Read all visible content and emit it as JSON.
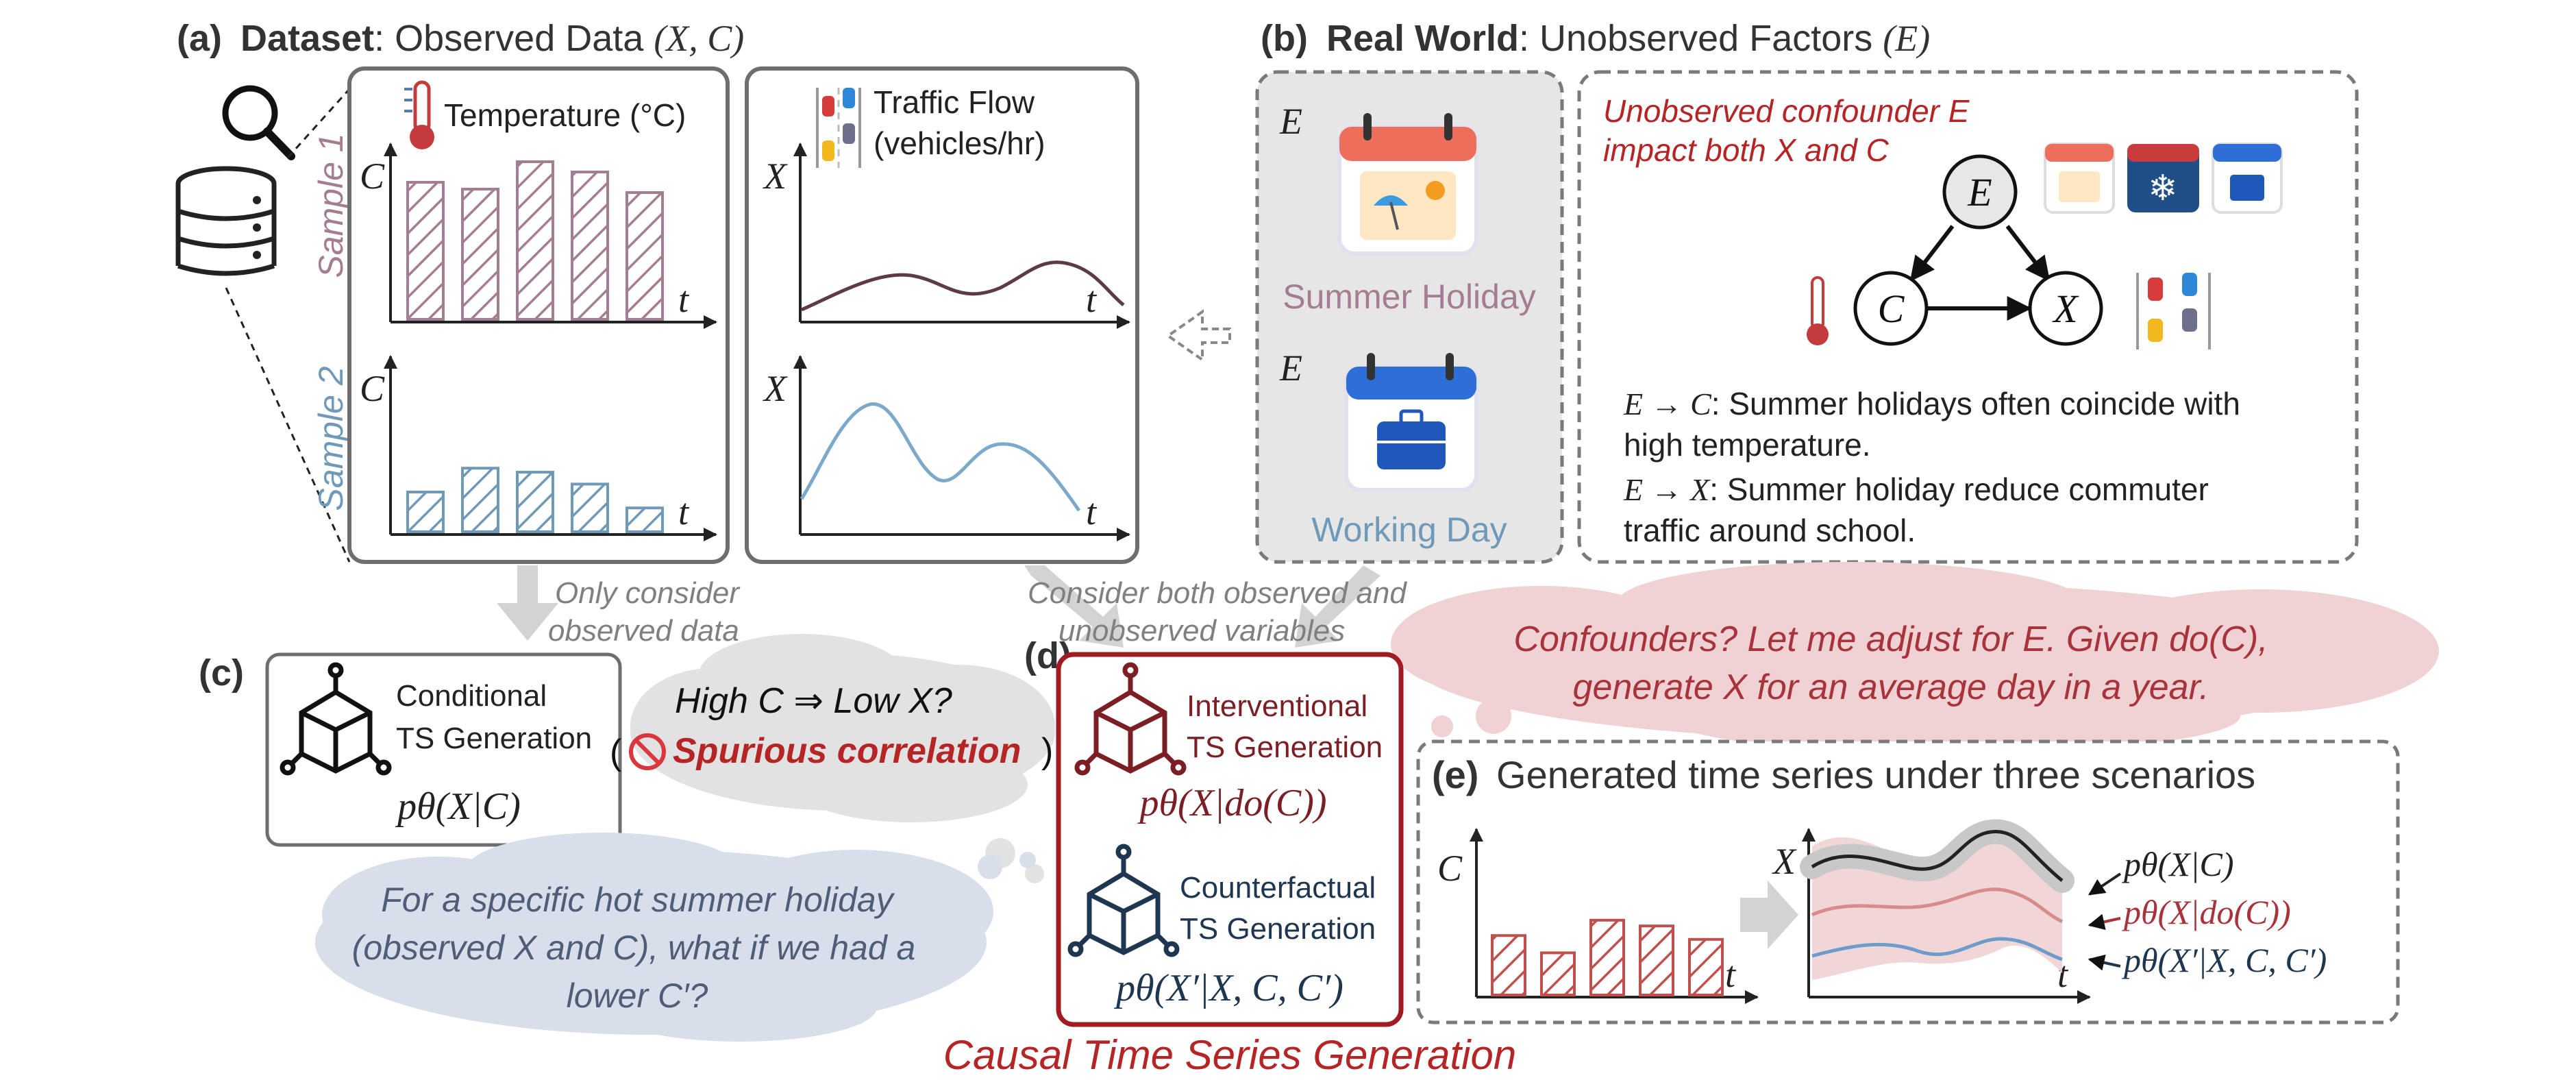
{
  "panel_a": {
    "letter": "(a)",
    "title_bold": "Dataset",
    "title_rest": ": Observed Data ",
    "title_math": "(X, C)",
    "sample1": "Sample 1",
    "sample2": "Sample 2",
    "temp_label": "Temperature (°C)",
    "traffic_label_1": "Traffic Flow",
    "traffic_label_2": "(vehicles/hr)",
    "axis_c": "C",
    "axis_x": "X",
    "axis_t": "t"
  },
  "panel_b": {
    "letter": "(b)",
    "title_bold": "Real World",
    "title_rest": ": Unobserved Factors ",
    "title_math": "(E)",
    "e_label": "E",
    "summer_holiday": "Summer Holiday",
    "working_day": "Working Day",
    "confounder_line1": "Unobserved confounder E",
    "confounder_line2": "impact both X and C",
    "node_e": "E",
    "node_c": "C",
    "node_x": "X",
    "ec_math": "E → C",
    "ec_text": ": Summer holidays often coincide with",
    "ec_text2": "high temperature.",
    "ex_math": "E → X",
    "ex_text": ": Summer holiday reduce commuter",
    "ex_text2": "traffic around school."
  },
  "arrows": {
    "only_consider_1": "Only consider",
    "only_consider_2": "observed data",
    "consider_both_1": "Consider both observed and",
    "consider_both_2": "unobserved variables"
  },
  "panel_c": {
    "letter": "(c)",
    "box_line1": "Conditional",
    "box_line2": "TS Generation",
    "formula": "pθ(X|C)",
    "thought_line1": "High C ⇒ Low X?",
    "spurious": "Spurious correlation",
    "bubble_line1": "For a specific hot summer holiday",
    "bubble_line2": "(observed X and C), what if  we had a",
    "bubble_line3": "lower C′?"
  },
  "panel_d": {
    "letter": "(d)",
    "interv_line1": "Interventional",
    "interv_line2": "TS Generation",
    "interv_formula": "pθ(X|do(C))",
    "counter_line1": "Counterfactual",
    "counter_line2": "TS Generation",
    "counter_formula": "pθ(X′|X, C, C′)",
    "caption": "Causal Time Series Generation",
    "bubble_line1": "Confounders? Let me adjust for E. Given do(C),",
    "bubble_line2": "generate X for an average day in a year."
  },
  "panel_e": {
    "letter": "(e)",
    "title": "Generated time series under three scenarios",
    "axis_c": "C",
    "axis_x": "X",
    "axis_t": "t",
    "legend_cond": "pθ(X|C)",
    "legend_interv": "pθ(X|do(C))",
    "legend_counter": "pθ(X′|X, C, C′)"
  },
  "colors": {
    "sample1": "#a57d93",
    "sample2": "#6f99b8",
    "curve1": "#5e3a48",
    "curve2": "#7aa9cc",
    "red_dark": "#9b1c1c",
    "red_text": "#b52525",
    "panel_border": "#6e6e6e",
    "gray_fill": "#e6e6e6",
    "bubble_gray": "#e2e2e2",
    "bubble_blue": "#d9dfea",
    "bubble_pink": "#f0d2d4"
  },
  "chart_data": [
    {
      "type": "bar",
      "name": "Sample 1 temperature",
      "values": [
        4,
        3.8,
        4.6,
        4.3,
        3.7
      ]
    },
    {
      "type": "bar",
      "name": "Sample 2 temperature",
      "values": [
        1,
        1.6,
        1.5,
        1.2,
        0.6
      ]
    },
    {
      "type": "bar",
      "name": "Panel e condition",
      "values": [
        3.1,
        2.2,
        3.9,
        3.6,
        2.9
      ]
    }
  ]
}
